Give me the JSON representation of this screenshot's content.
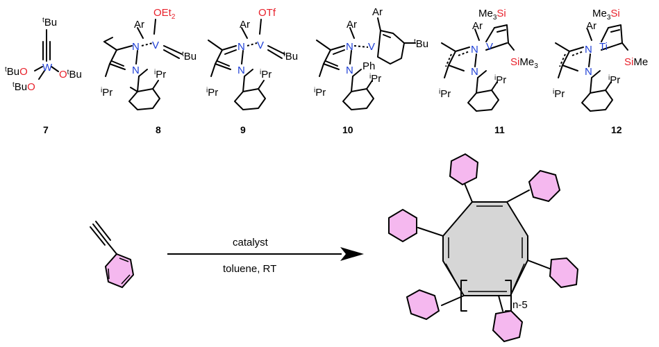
{
  "compounds": [
    {
      "id": "7",
      "metal": "W",
      "label_color": "#000000"
    },
    {
      "id": "8",
      "metal": "V"
    },
    {
      "id": "9",
      "metal": "V"
    },
    {
      "id": "10",
      "metal": "V"
    },
    {
      "id": "11",
      "metal": "V"
    },
    {
      "id": "12",
      "metal": "Ti"
    }
  ],
  "atoms": {
    "tBu": "tBu",
    "sup_t": "t",
    "Bu": "Bu",
    "O": "O",
    "W": "W",
    "V": "V",
    "Ti": "Ti",
    "N": "N",
    "Ar": "Ar",
    "Ph": "Ph",
    "iPr": "Pr",
    "sup_i": "i",
    "OEt2": "OEt",
    "sub2": "2",
    "OTf": "OTf",
    "Me3Si": "Me",
    "sub3": "3",
    "Si": "Si",
    "SiMe3": "SiMe",
    "SiMe": "SiMe"
  },
  "colors": {
    "oxygen": "#e8212b",
    "metal": "#1e3fd6",
    "nitrogen": "#1e3fd6",
    "silicon": "#e8212b",
    "arene_fill": "#f5b8ef",
    "ring_fill": "#d6d6d6"
  },
  "reaction": {
    "above_arrow": "catalyst",
    "below_arrow": "toluene, RT",
    "repeat_subscript": "n-5"
  }
}
